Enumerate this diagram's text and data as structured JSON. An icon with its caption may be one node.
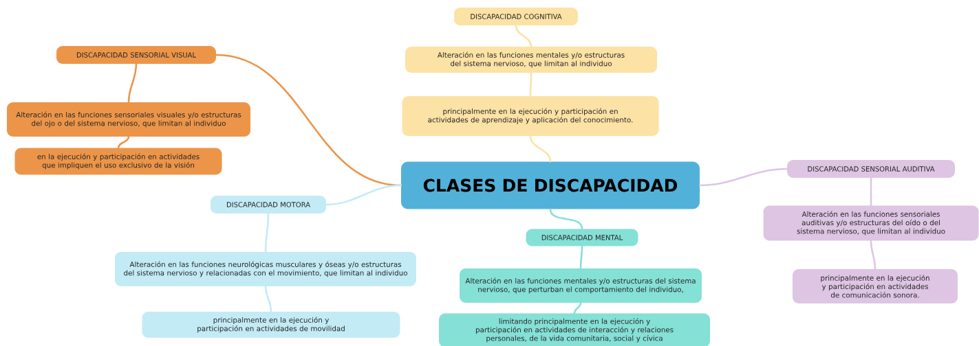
{
  "diagram": {
    "nodes": [
      {
        "text": [
          "CLASES DE DISCAPACIDAD"
        ]
      },
      {
        "text": [
          "DISCAPACIDAD COGNITIVA"
        ]
      },
      {
        "text": [
          "Alteración en las funciones mentales y/o estructuras del sistema nervioso, que limitan al individuo"
        ]
      },
      {
        "text": [
          "principalmente en la ejecución y participación en actividades de aprendizaje y aplicación del conocimiento."
        ]
      },
      {
        "text": [
          "DISCAPACIDAD SENSORIAL VISUAL"
        ]
      },
      {
        "text": [
          "Alteración en las funciones sensoriales visuales y/o estructuras del ojo o del sistema nervioso, que limitan al individuo"
        ]
      },
      {
        "text": [
          "en la ejecución y participación en actividades que impliquen el uso exclusivo de la visión"
        ]
      },
      {
        "text": [
          "DISCAPACIDAD MOTORA"
        ]
      },
      {
        "text": [
          "Alteración en las funciones neurológicas musculares y óseas y/o estructuras del sistema nervioso y relacionadas con el movimiento, que limitan al individuo"
        ]
      },
      {
        "text": [
          "principalmente en la ejecución y participación en actividades de movilidad"
        ]
      },
      {
        "text": [
          "DISCAPACIDAD MENTAL"
        ]
      },
      {
        "text": [
          "Alteración en las funciones mentales y/o estructuras del sistema nervioso, que perturban el comportamiento del individuo,"
        ]
      },
      {
        "text": [
          "limitando principalmente en la ejecución y participación en actividades de interacción y relaciones personales, de la vida comunitaria, social y cívica"
        ]
      },
      {
        "text": [
          "DISCAPACIDAD SENSORIAL AUDITIVA"
        ]
      },
      {
        "text": [
          "Alteración en las funciones sensoriales auditivas y/o estructuras del oído o del sistema nervioso, que limitan al individuo"
        ]
      },
      {
        "text": [
          "principalmente en la ejecución y participación en actividades de comunicación sonora."
        ]
      }
    ],
    "edges": [
      {
        "from": 0,
        "to": 4,
        "arrow": "none",
        "color": "#ec9549"
      },
      {
        "from": 4,
        "to": 5,
        "arrow": "none",
        "color": "#ec9549"
      },
      {
        "from": 5,
        "to": 6,
        "arrow": "none",
        "color": "#ec9549"
      },
      {
        "from": 0,
        "to": 3,
        "arrow": "none",
        "color": "#fce2a5"
      },
      {
        "from": 3,
        "to": 2,
        "arrow": "none",
        "color": "#fce2a5"
      },
      {
        "from": 2,
        "to": 1,
        "arrow": "none",
        "color": "#fce2a5"
      },
      {
        "from": 0,
        "to": 13,
        "arrow": "none",
        "color": "#ddc5e3"
      },
      {
        "from": 13,
        "to": 14,
        "arrow": "none",
        "color": "#ddc5e3"
      },
      {
        "from": 14,
        "to": 15,
        "arrow": "none",
        "color": "#ddc5e3"
      },
      {
        "from": 0,
        "to": 10,
        "arrow": "none",
        "color": "#85e0d6"
      },
      {
        "from": 10,
        "to": 11,
        "arrow": "none",
        "color": "#85e0d6"
      },
      {
        "from": 11,
        "to": 12,
        "arrow": "none",
        "color": "#85e0d6"
      },
      {
        "from": 0,
        "to": 7,
        "arrow": "none",
        "color": "#c3ebf5"
      },
      {
        "from": 7,
        "to": 8,
        "arrow": "none",
        "color": "#c3ebf5"
      },
      {
        "from": 8,
        "to": 9,
        "arrow": "none",
        "color": "#c3ebf5"
      }
    ]
  }
}
